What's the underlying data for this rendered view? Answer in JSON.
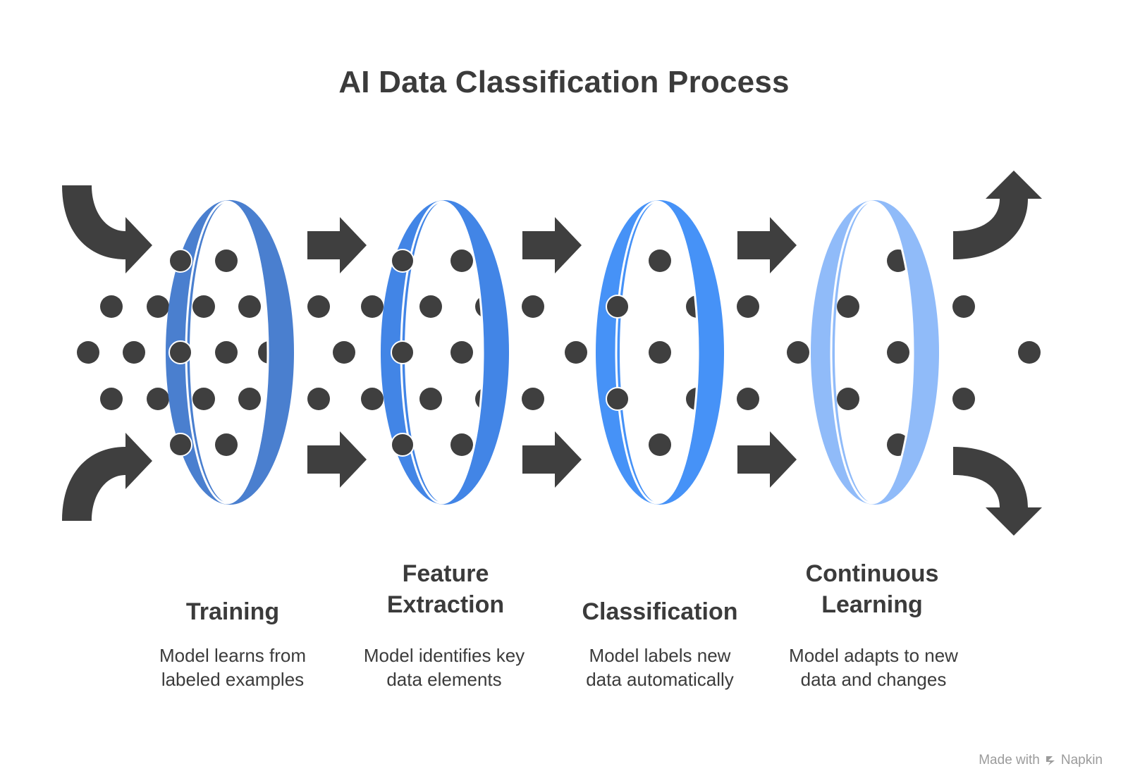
{
  "title": "AI Data Classification Process",
  "stages": [
    {
      "heading_lines": [
        "Training"
      ],
      "description_lines": [
        "Model learns from",
        "labeled examples"
      ],
      "ring_color": "#4a7fcf"
    },
    {
      "heading_lines": [
        "Feature",
        "Extraction"
      ],
      "description_lines": [
        "Model identifies key",
        "data elements"
      ],
      "ring_color": "#4285e6"
    },
    {
      "heading_lines": [
        "Classification"
      ],
      "description_lines": [
        "Model labels new",
        "data automatically"
      ],
      "ring_color": "#4692f7"
    },
    {
      "heading_lines": [
        "Continuous",
        "Learning"
      ],
      "description_lines": [
        "Model adapts to new",
        "data and changes"
      ],
      "ring_color": "#90bbf9"
    }
  ],
  "colors": {
    "arrow": "#3f3f3f",
    "dot": "#3f3f3f",
    "text": "#3b3b3b",
    "footer": "#9b9b9b"
  },
  "footer": {
    "prefix": "Made with",
    "brand": "Napkin",
    "icon": "napkin-logo-icon"
  }
}
